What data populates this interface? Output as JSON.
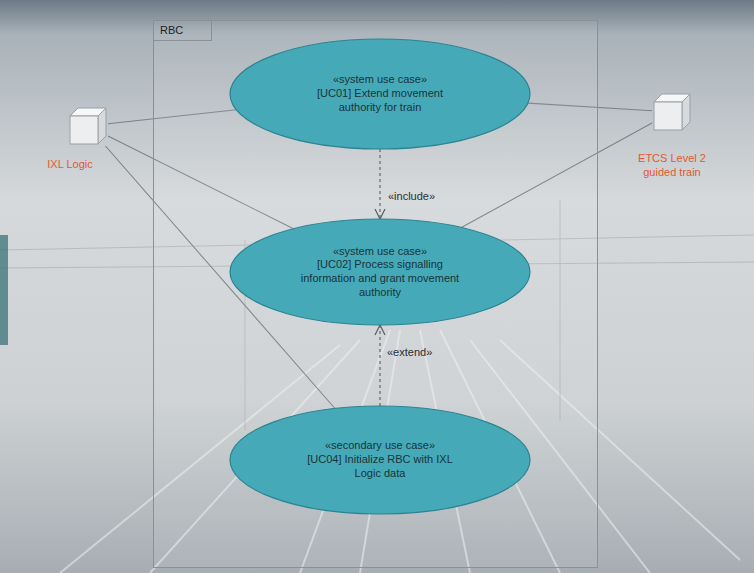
{
  "diagram": {
    "nodes": [
      {
        "text": [
          "RBC"
        ]
      },
      {
        "text": [
          "«system use case»",
          "[UC01] Extend movement authority for train"
        ],
        "in": 0
      },
      {
        "text": [
          "«system use case»",
          "[UC02] Process signalling information and grant movement authority"
        ],
        "in": 0
      },
      {
        "text": [
          "«secondary use case»",
          "[UC04] Initialize RBC with IXL Logic data"
        ],
        "in": 0
      },
      {
        "text": [
          "IXL Logic"
        ]
      },
      {
        "text": [
          "ETCS Level 2 guided train"
        ]
      }
    ],
    "edges": [
      {
        "from": 1,
        "to": 2,
        "arrow": "to",
        "label": "«include»"
      },
      {
        "from": 3,
        "to": 2,
        "arrow": "to",
        "label": "«extend»"
      },
      {
        "from": 4,
        "to": 1,
        "arrow": "none"
      },
      {
        "from": 4,
        "to": 2,
        "arrow": "none"
      },
      {
        "from": 4,
        "to": 3,
        "arrow": "none"
      },
      {
        "from": 5,
        "to": 1,
        "arrow": "none"
      },
      {
        "from": 5,
        "to": 2,
        "arrow": "none"
      }
    ]
  }
}
